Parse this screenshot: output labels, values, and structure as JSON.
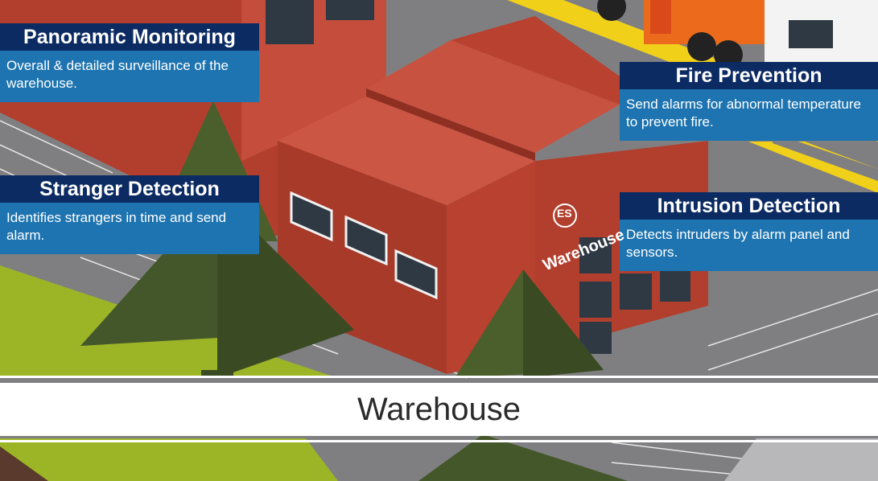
{
  "scene": {
    "sign_text": "Warehouse",
    "logo_text": "ES",
    "colors": {
      "road": "#808080",
      "building_red": "#b8412f",
      "building_dark": "#8e2f22",
      "roof": "#cc5644",
      "tree": "#43572a",
      "grass": "#9cb527",
      "fence": "#e8e8e8",
      "road_line": "#f2d21b"
    }
  },
  "cards": {
    "panoramic": {
      "title": "Panoramic Monitoring",
      "desc": "Overall & detailed surveillance of the warehouse."
    },
    "stranger": {
      "title": "Stranger Detection",
      "desc": "Identifies strangers in time and send alarm."
    },
    "fire": {
      "title": "Fire Prevention",
      "desc": "Send alarms for abnormal temperature to prevent fire."
    },
    "intrusion": {
      "title": "Intrusion Detection",
      "desc": "Detects intruders by alarm panel and sensors."
    }
  },
  "caption": "Warehouse",
  "theme": {
    "title_bg": "#0c2b63",
    "desc_bg": "#1e74b0"
  }
}
